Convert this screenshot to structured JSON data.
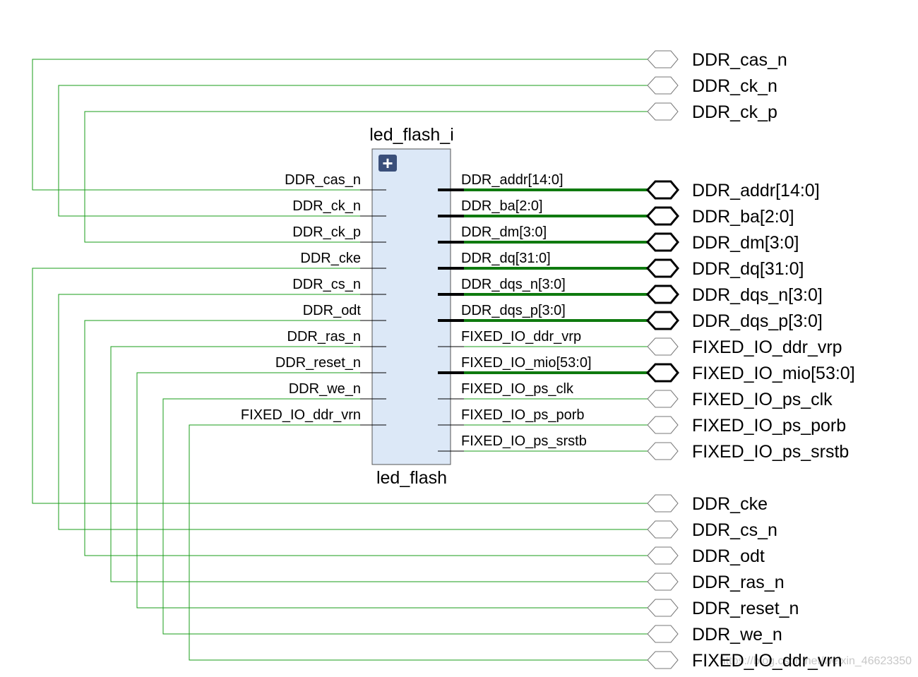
{
  "block": {
    "instance_name": "led_flash_i",
    "module_name": "led_flash",
    "expand_symbol": "+"
  },
  "colors": {
    "wire": "#1a9e1a",
    "bus_wire": "#0f7a0f",
    "block_fill": "#dce8f7",
    "block_border": "#555555",
    "expand_button": "#3a4f7a"
  },
  "inputs": [
    "DDR_cas_n",
    "DDR_ck_n",
    "DDR_ck_p",
    "DDR_cke",
    "DDR_cs_n",
    "DDR_odt",
    "DDR_ras_n",
    "DDR_reset_n",
    "DDR_we_n",
    "FIXED_IO_ddr_vrn"
  ],
  "outputs": [
    {
      "name": "DDR_addr[14:0]",
      "bus": true
    },
    {
      "name": "DDR_ba[2:0]",
      "bus": true
    },
    {
      "name": "DDR_dm[3:0]",
      "bus": true
    },
    {
      "name": "DDR_dq[31:0]",
      "bus": true
    },
    {
      "name": "DDR_dqs_n[3:0]",
      "bus": true
    },
    {
      "name": "DDR_dqs_p[3:0]",
      "bus": true
    },
    {
      "name": "FIXED_IO_ddr_vrp",
      "bus": false
    },
    {
      "name": "FIXED_IO_mio[53:0]",
      "bus": true
    },
    {
      "name": "FIXED_IO_ps_clk",
      "bus": false
    },
    {
      "name": "FIXED_IO_ps_porb",
      "bus": false
    },
    {
      "name": "FIXED_IO_ps_srstb",
      "bus": false
    }
  ],
  "top_ports": [
    "DDR_cas_n",
    "DDR_ck_n",
    "DDR_ck_p"
  ],
  "bottom_ports": [
    "DDR_cke",
    "DDR_cs_n",
    "DDR_odt",
    "DDR_ras_n",
    "DDR_reset_n",
    "DDR_we_n",
    "FIXED_IO_ddr_vrn"
  ],
  "watermark": "https://blog.csdn.net/weixin_46623350"
}
